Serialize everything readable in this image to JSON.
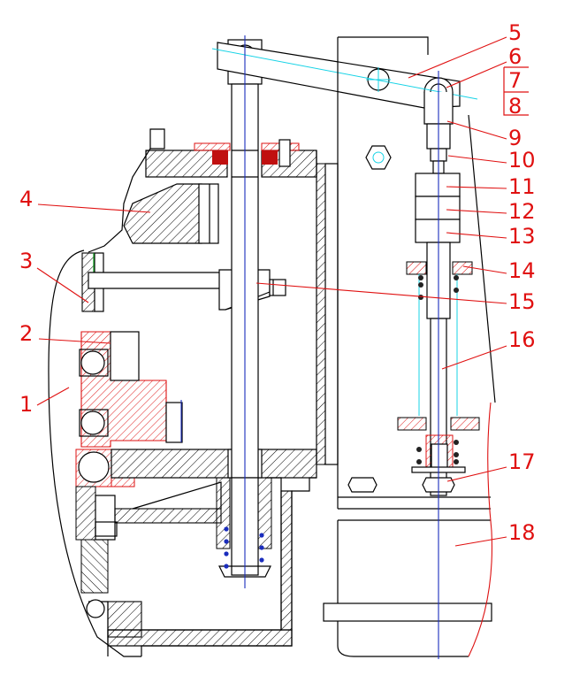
{
  "colors": {
    "label": "#e01010",
    "leader": "#e01010",
    "outline": "#000000",
    "hatch_red": "#d11111",
    "centerline_blue": "#1a2dbd",
    "centerline_cyan": "#17d3e6",
    "spring_green": "#10a020"
  },
  "callouts": [
    {
      "id": "1",
      "text": "1"
    },
    {
      "id": "2",
      "text": "2"
    },
    {
      "id": "3",
      "text": "3"
    },
    {
      "id": "4",
      "text": "4"
    },
    {
      "id": "5",
      "text": "5"
    },
    {
      "id": "6",
      "text": "6"
    },
    {
      "id": "7",
      "text": "7"
    },
    {
      "id": "8",
      "text": "8"
    },
    {
      "id": "9",
      "text": "9"
    },
    {
      "id": "10",
      "text": "10"
    },
    {
      "id": "11",
      "text": "11"
    },
    {
      "id": "12",
      "text": "12"
    },
    {
      "id": "13",
      "text": "13"
    },
    {
      "id": "14",
      "text": "14"
    },
    {
      "id": "15",
      "text": "15"
    },
    {
      "id": "16",
      "text": "16"
    },
    {
      "id": "17",
      "text": "17"
    },
    {
      "id": "18",
      "text": "18"
    }
  ]
}
